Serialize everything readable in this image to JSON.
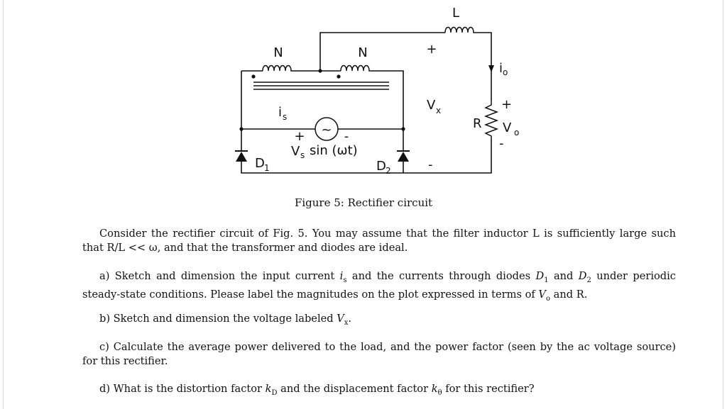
{
  "figure": {
    "labels": {
      "inductor": "L",
      "winding_left": "N",
      "winding_right": "N",
      "output_current": "i",
      "output_current_sub": "o",
      "source_current": "i",
      "source_current_sub": "s",
      "source_plus": "+",
      "source_minus": "-",
      "source_value": "V",
      "source_value_sub": "s",
      "source_function": "sin (ωt)",
      "source_symbol": "~",
      "vx_label": "V",
      "vx_sub": "x",
      "vx_plus": "+",
      "vx_minus": "-",
      "resistor": "R",
      "vo_label": "V",
      "vo_sub": "o",
      "vo_plus": "+",
      "vo_minus": "-",
      "diode_left": "D",
      "diode_left_sub": "1",
      "diode_right": "D",
      "diode_right_sub": "2"
    },
    "caption": "Figure 5: Rectifier circuit"
  },
  "text": {
    "intro_1": "Consider the rectifier circuit of Fig. 5. You may assume that the filter inductor L is sufficiently large such that R/L << ω, and that the transformer and diodes are ideal.",
    "qa_1": "a) Sketch and dimension the input current ",
    "qa_is": "i",
    "qa_is_sub": "s",
    "qa_2": " and the currents through diodes ",
    "qa_d1": "D",
    "qa_d1_sub": "1",
    "qa_3": " and ",
    "qa_d2": "D",
    "qa_d2_sub": "2",
    "qa_4": " under periodic steady-state conditions. Please label the magnitudes on the plot expressed in terms of ",
    "qa_vo": "V",
    "qa_vo_sub": "o",
    "qa_5": " and R.",
    "qb_1": "b) Sketch and dimension the voltage labeled ",
    "qb_vx": "V",
    "qb_vx_sub": "x",
    "qb_2": ".",
    "qc": "c) Calculate the average power delivered to the load, and the power factor (seen by the ac voltage source) for this rectifier.",
    "qd_1": "d) What is the distortion factor ",
    "qd_kd": "k",
    "qd_kd_sub": "D",
    "qd_2": " and the displacement factor ",
    "qd_kt": "k",
    "qd_kt_sub": "θ",
    "qd_3": " for this rectifier?"
  }
}
